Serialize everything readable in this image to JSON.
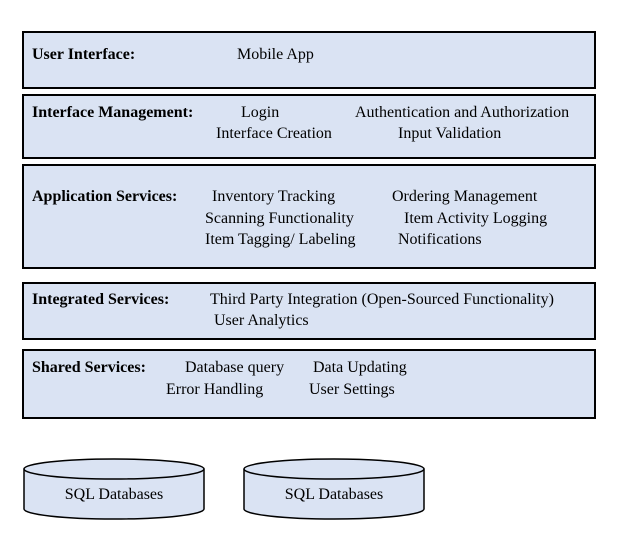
{
  "layers": {
    "user_interface": {
      "title": "User Interface:",
      "items": [
        "Mobile App"
      ]
    },
    "interface_management": {
      "title": "Interface Management:",
      "items": [
        "Login",
        "Authentication and Authorization",
        "Interface Creation",
        "Input Validation"
      ]
    },
    "application_services": {
      "title": "Application Services:",
      "items": [
        "Inventory Tracking",
        "Ordering Management",
        "Scanning Functionality",
        "Item Activity Logging",
        "Item Tagging/ Labeling",
        "Notifications"
      ]
    },
    "integrated_services": {
      "title": "Integrated Services:",
      "items": [
        "Third Party Integration (Open-Sourced Functionality)",
        "User Analytics"
      ]
    },
    "shared_services": {
      "title": "Shared Services:",
      "items": [
        "Database query",
        "Data Updating",
        "Error Handling",
        "User Settings"
      ]
    }
  },
  "databases": [
    "SQL Databases",
    "SQL Databases"
  ],
  "colors": {
    "box_fill": "#dae3f3",
    "border": "#000000"
  }
}
